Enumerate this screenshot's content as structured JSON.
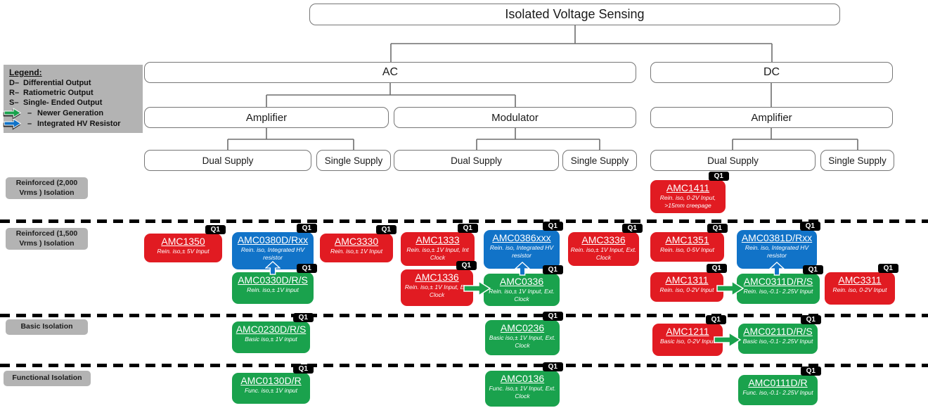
{
  "page_title": "Isolated Voltage Sensing",
  "badge": "Q1",
  "colors": {
    "red": "#e11b22",
    "green": "#1aa24d",
    "blue": "#1173c8",
    "gray_label": "#b3b3b3",
    "line": "#6e6e6e",
    "badge_bg": "#000000",
    "badge_text": "#ffffff"
  },
  "tree": {
    "root": "Isolated Voltage Sensing",
    "ac": "AC",
    "dc": "DC",
    "amplifier_ac": "Amplifier",
    "modulator": "Modulator",
    "amplifier_dc": "Amplifier",
    "dual_supply": "Dual Supply",
    "single_supply": "Single Supply"
  },
  "legend": {
    "heading": "Legend:",
    "items": [
      {
        "key": "D–",
        "label": "Differential Output"
      },
      {
        "key": "R–",
        "label": "Ratiometric Output"
      },
      {
        "key": "S–",
        "label": "Single- Ended Output"
      },
      {
        "key": "–",
        "label": "Newer Generation",
        "icon": "green-arrow"
      },
      {
        "key": "–",
        "label": "Integrated HV Resistor",
        "icon": "blue-arrow"
      }
    ]
  },
  "row_labels": {
    "reinforced_2000": "Reinforced (2,000 Vrms ) Isolation",
    "reinforced_1500": "Reinforced (1,500 Vrms ) Isolation",
    "basic": "Basic Isolation",
    "functional": "Functional Isolation"
  },
  "products": {
    "amc1411": {
      "name": "AMC1411",
      "desc": "Rein. iso, 0-2V Input, >15mm creepage"
    },
    "amc1350": {
      "name": "AMC1350",
      "desc": "Rein. iso,± 5V Input"
    },
    "amc0380": {
      "name": "AMC0380D/Rxx",
      "desc": "Rein. iso, Integrated HV resistor"
    },
    "amc3330": {
      "name": "AMC3330",
      "desc": "Rein. iso,± 1V Input"
    },
    "amc1333": {
      "name": "AMC1333",
      "desc": "Rein. iso,± 1V Input, Int Clock"
    },
    "amc0386": {
      "name": "AMC0386xxx",
      "desc": "Rein. iso, Integrated HV resistor"
    },
    "amc3336": {
      "name": "AMC3336",
      "desc": "Rein. iso,± 1V Input, Ext. Clock"
    },
    "amc1351": {
      "name": "AMC1351",
      "desc": "Rein. iso, 0-5V Input"
    },
    "amc0381": {
      "name": "AMC0381D/Rxx",
      "desc": "Rein. iso, Integrated HV resistor"
    },
    "amc0330": {
      "name": "AMC0330D/R/S",
      "desc": "Rein. iso,± 1V input"
    },
    "amc1336": {
      "name": "AMC1336",
      "desc": "Rein. iso,± 1V Input, Ext Clock"
    },
    "amc0336": {
      "name": "AMC0336",
      "desc": "Rein. iso,± 1V Input, Ext. Clock"
    },
    "amc1311": {
      "name": "AMC1311",
      "desc": "Rein. iso, 0-2V Input"
    },
    "amc0311": {
      "name": "AMC0311D/R/S",
      "desc": "Rein. iso,-0.1- 2.25V Input"
    },
    "amc3311": {
      "name": "AMC3311",
      "desc": "Rein. iso, 0-2V Input"
    },
    "amc0230": {
      "name": "AMC0230D/R/S",
      "desc": "Basic iso,± 1V input"
    },
    "amc0236": {
      "name": "AMC0236",
      "desc": "Basic iso,± 1V Input, Ext. Clock"
    },
    "amc1211": {
      "name": "AMC1211",
      "desc": "Basic iso, 0-2V Input"
    },
    "amc0211": {
      "name": "AMC0211D/R/S",
      "desc": "Basic iso,-0.1- 2.25V Input"
    },
    "amc0130": {
      "name": "AMC0130D/R",
      "desc": "Func. iso,± 1V input"
    },
    "amc0136": {
      "name": "AMC0136",
      "desc": "Func. iso,± 1V Input, Ext. Clock"
    },
    "amc0111": {
      "name": "AMC0111D/R",
      "desc": "Func. iso,-0.1- 2.25V Input"
    }
  }
}
